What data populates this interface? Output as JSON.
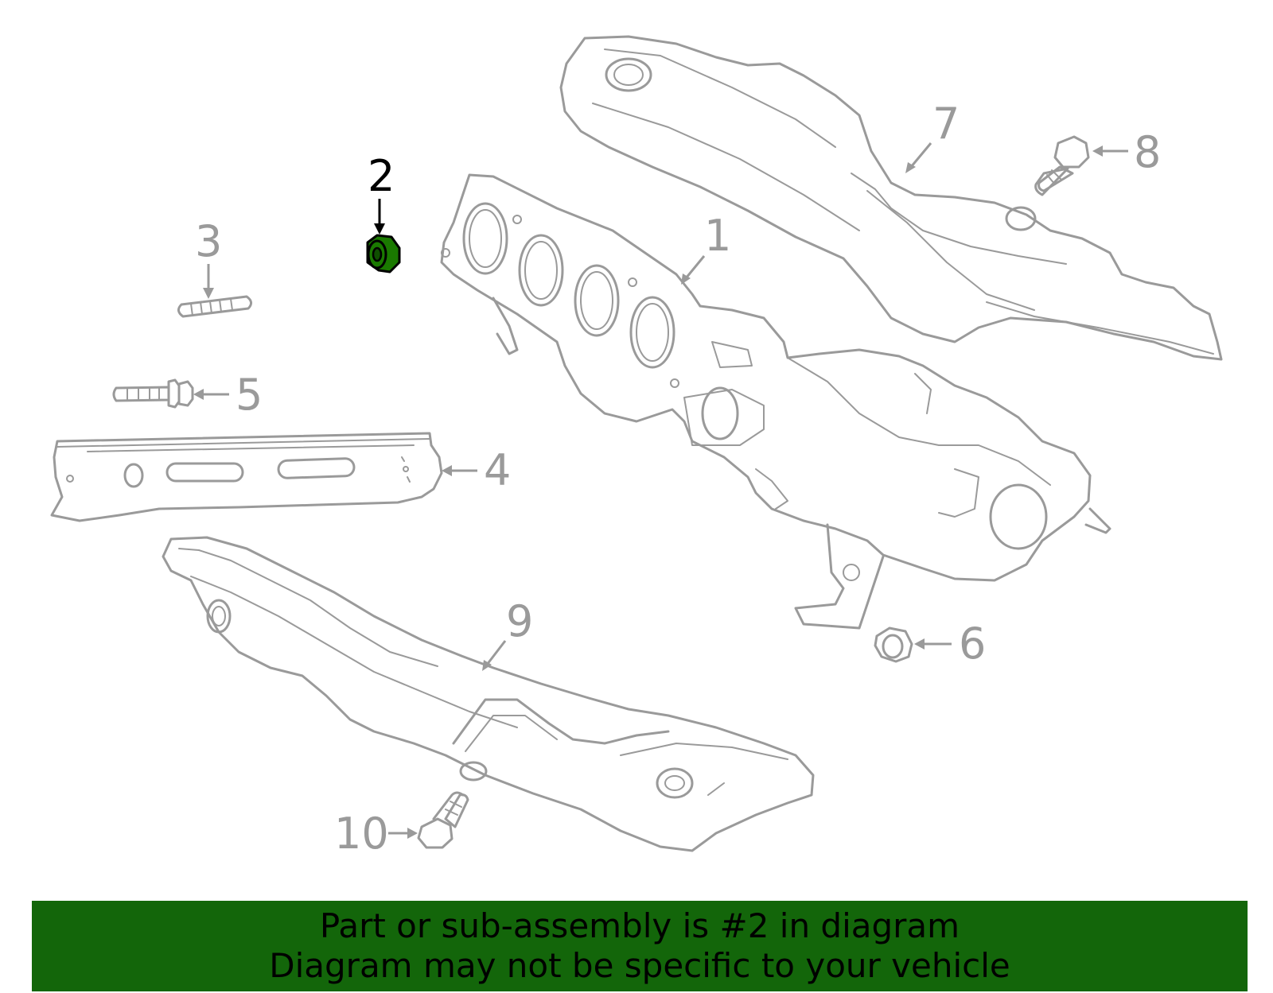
{
  "colors": {
    "highlight_part": "#1a7a00",
    "banner_background": "#13660a",
    "part_stroke": "#9a9a9a",
    "callout_text": "#9a9a9a",
    "highlight_text": "#000000"
  },
  "callouts": {
    "c1": "1",
    "c2": "2",
    "c3": "3",
    "c4": "4",
    "c5": "5",
    "c6": "6",
    "c7": "7",
    "c8": "8",
    "c9": "9",
    "c10": "10"
  },
  "highlighted_callout": "2",
  "banner": {
    "line1": "Part or sub-assembly is #2 in diagram",
    "line2": "Diagram may not be specific to your vehicle"
  }
}
